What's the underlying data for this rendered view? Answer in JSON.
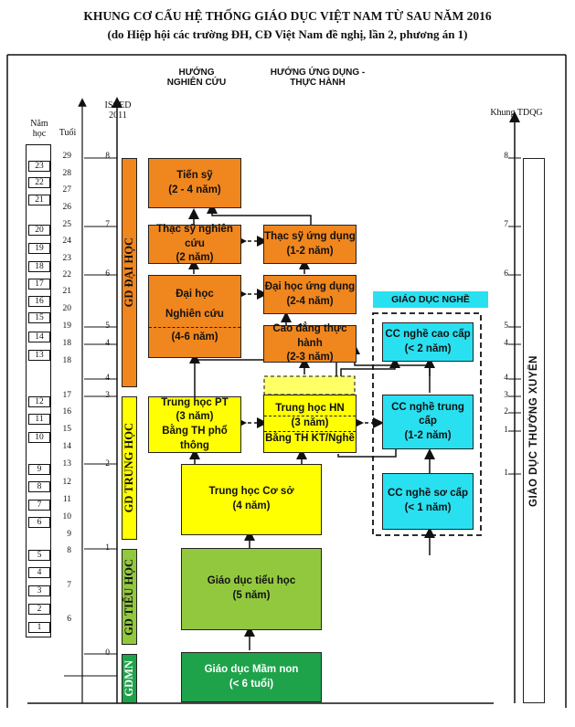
{
  "title": {
    "line1": "KHUNG CƠ CẤU HỆ THỐNG GIÁO DỤC VIỆT NAM TỪ SAU NĂM 2016",
    "line2": "(do Hiệp hội các trường ĐH, CĐ Việt Nam đề nghị, lần 2, phương án 1)"
  },
  "headers": {
    "research": [
      "HƯỚNG",
      "NGHIÊN CỨU"
    ],
    "applied": [
      "HƯỚNG ỨNG DỤNG -",
      "THỰC HÀNH"
    ],
    "isced": [
      "ISCED",
      "2011"
    ],
    "tdqg": "Khung TDQG",
    "nam_hoc": [
      "Năm",
      "học"
    ],
    "tuoi": "Tuổi",
    "vocational": "GIÁO DỤC NGHỀ"
  },
  "levels": {
    "dai_hoc": "GD ĐẠI HỌC",
    "trung_hoc": "GD TRUNG HỌC",
    "tieu_hoc": "GD TIỂU HỌC",
    "mam_non": "GDMN",
    "thuong_xuyen": "GIÁO DỤC THƯỜNG XUYÊN"
  },
  "boxes": {
    "tien_sy": [
      "Tiến sỹ",
      "(2 - 4 năm)"
    ],
    "thac_sy_nc": [
      "Thạc sỹ nghiên cứu",
      "(2 năm)"
    ],
    "thac_sy_ud": [
      "Thạc sỹ ứng dụng",
      "(1-2 năm)"
    ],
    "dai_hoc_nc": [
      "Đại học",
      "Nghiên cứu",
      "(4-6 năm)"
    ],
    "dai_hoc_ud": [
      "Đại học ứng dụng",
      "(2-4 năm)"
    ],
    "cao_dang": [
      "Cao đẳng thực hành",
      "(2-3 năm)"
    ],
    "thpt": [
      "Trung học PT",
      "(3 năm)",
      "Bằng TH phổ thông"
    ],
    "thhn": [
      "Trung học HN",
      "(3 năm)",
      "Bằng TH KT/Nghề"
    ],
    "thcs": [
      "Trung học Cơ sở",
      "(4 năm)"
    ],
    "tieu_hoc": [
      "Giáo dục tiểu học",
      "(5 năm)"
    ],
    "mam_non": [
      "Giáo dục Mầm non",
      "(< 6 tuổi)"
    ],
    "cc_cao_cap": [
      "CC nghề cao cấp",
      "(< 2 năm)"
    ],
    "cc_trung_cap": [
      "CC nghề trung cấp",
      "(1-2 năm)"
    ],
    "cc_so_cap": [
      "CC nghề sơ cấp",
      "(< 1 năm)"
    ]
  },
  "scales": {
    "isced": [
      "8",
      "7",
      "6",
      "5",
      "4",
      "4",
      "3",
      "2",
      "1",
      "0"
    ],
    "tdqg": [
      "8",
      "7",
      "6",
      "5",
      "4",
      "4",
      "3",
      "2",
      "1",
      "1"
    ],
    "ages": [
      "29",
      "28",
      "27",
      "26",
      "25",
      "24",
      "23",
      "22",
      "21",
      "20",
      "19",
      "18",
      "18",
      "17",
      "16",
      "15",
      "14",
      "13",
      "12",
      "11",
      "10",
      "9",
      "8",
      "7",
      "6"
    ],
    "years": [
      "23",
      "22",
      "21",
      "20",
      "19",
      "18",
      "17",
      "16",
      "15",
      "14",
      "13",
      "12",
      "11",
      "10",
      "9",
      "8",
      "7",
      "6",
      "5",
      "4",
      "3",
      "2",
      "1"
    ]
  }
}
